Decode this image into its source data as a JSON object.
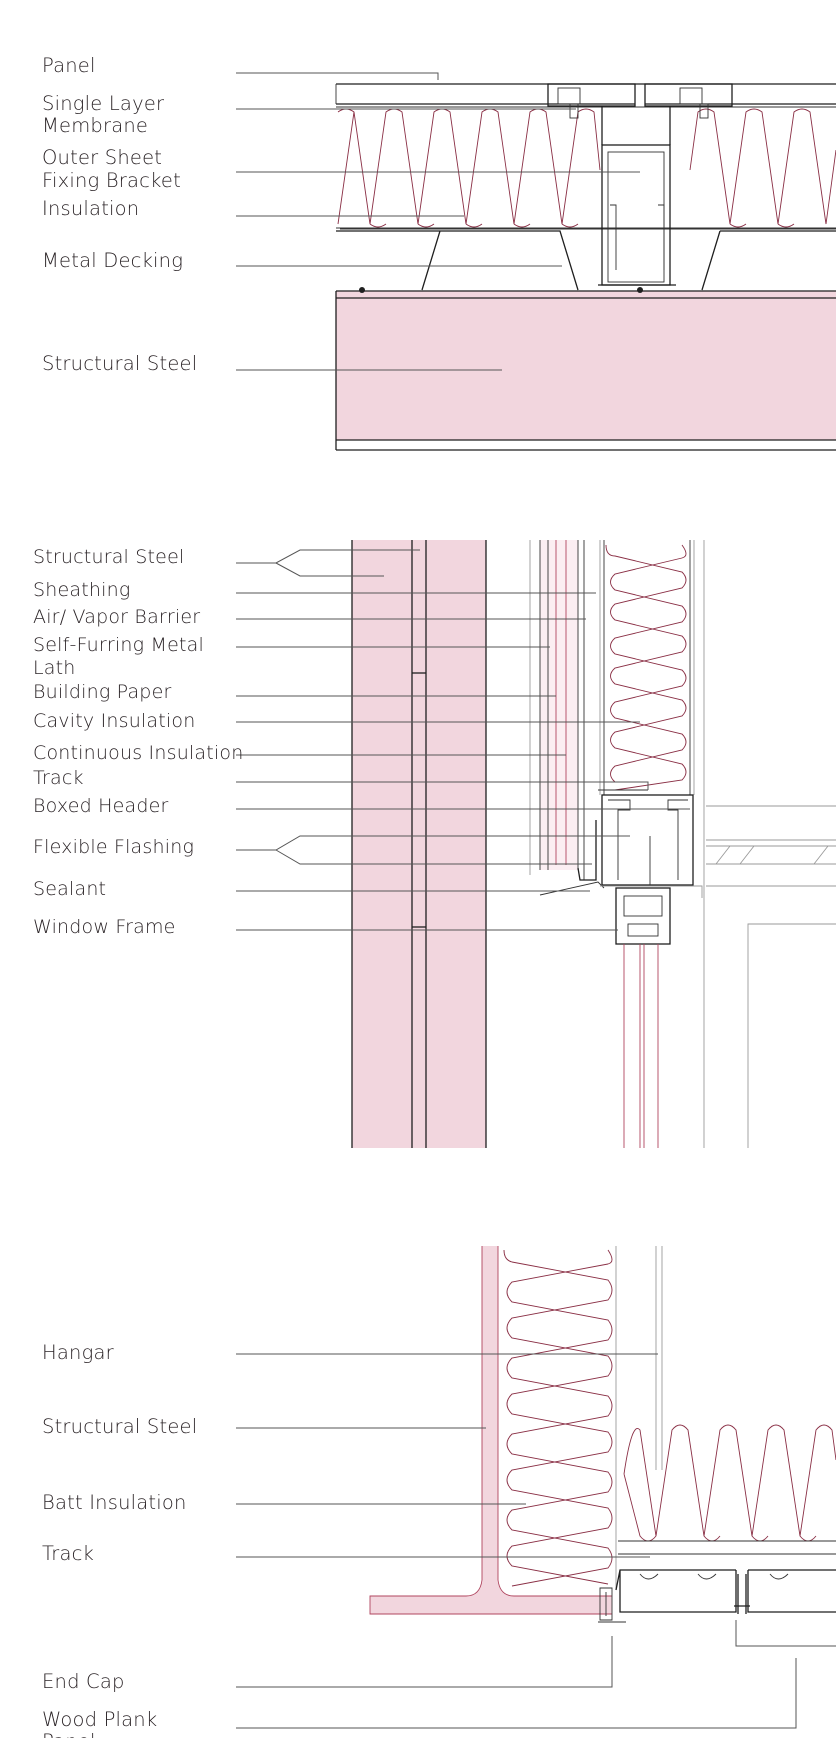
{
  "roof_detail": {
    "labels": [
      "Panel",
      "Single Layer",
      "Membrane",
      "Outer Sheet",
      "Fixing Bracket",
      "Insulation",
      "Metal Decking",
      "Structural Steel"
    ]
  },
  "wall_detail": {
    "labels": [
      "Structural Steel",
      "Sheathing",
      "Air/ Vapor Barrier",
      "Self-Furring Metal",
      "Lath",
      "Building Paper",
      "Cavity Insulation",
      "Continuous Insulation",
      "Track",
      "Boxed Header",
      "Flexible Flashing",
      "Sealant",
      "Window Frame"
    ]
  },
  "floor_detail": {
    "labels": [
      "Hangar",
      "Structural Steel",
      "Batt Insulation",
      "Track",
      "End Cap",
      "Wood Plank",
      "Panel"
    ]
  },
  "colors": {
    "steel_fill": "#f2d6de",
    "insulation_line": "#8a2f45",
    "linework": "#1f1f1f"
  }
}
